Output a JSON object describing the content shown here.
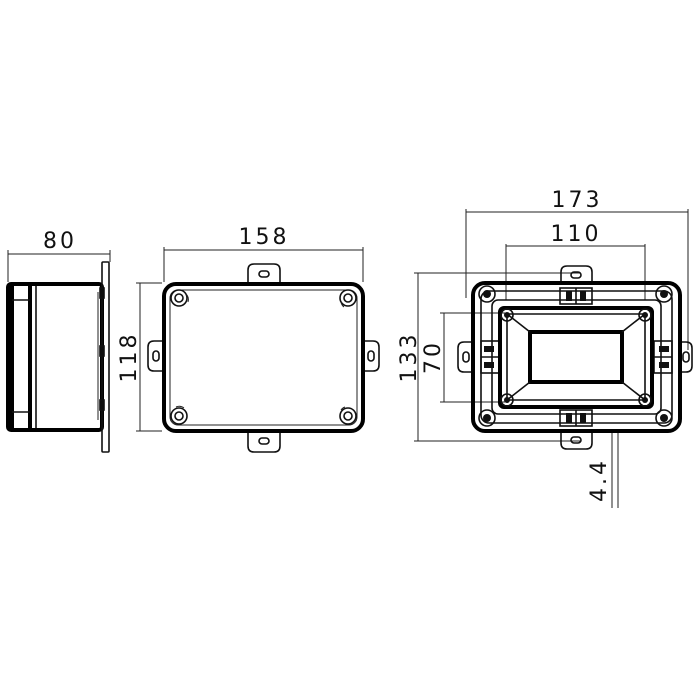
{
  "dimensions": {
    "side_width": "80",
    "front_width": "158",
    "front_height": "118",
    "back_width_outer": "173",
    "back_width_inner": "110",
    "back_height_outer": "133",
    "back_height_inner": "70",
    "mount_hole": "4.4"
  },
  "colors": {
    "line": "#111111",
    "background": "#ffffff"
  }
}
